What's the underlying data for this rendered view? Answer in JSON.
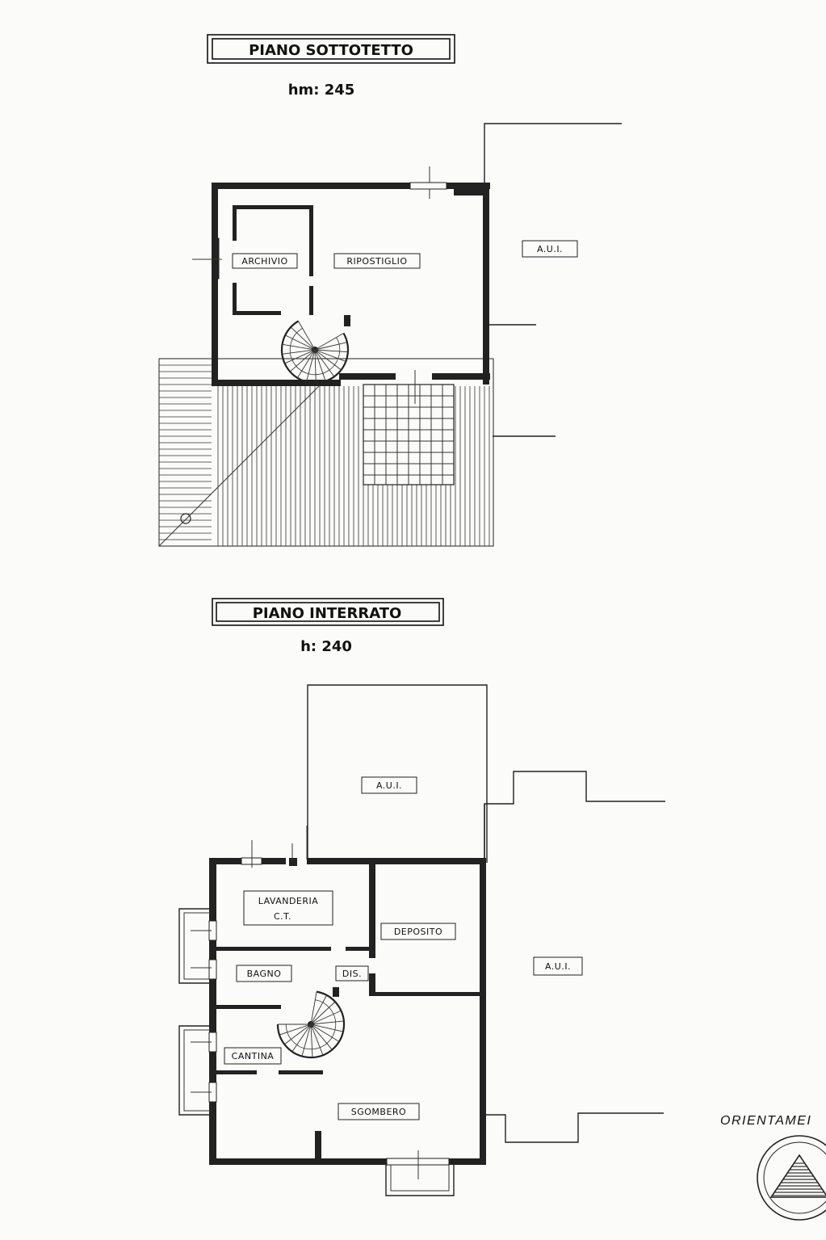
{
  "top_plan": {
    "title": "PIANO SOTTOTETTO",
    "height_note": "hm: 245",
    "rooms": {
      "archivio": "ARCHIVIO",
      "ripostiglio": "RIPOSTIGLIO",
      "aui": "A.U.I."
    }
  },
  "bottom_plan": {
    "title": "PIANO INTERRATO",
    "height_note": "h: 240",
    "rooms": {
      "aui_top": "A.U.I.",
      "aui_right": "A.U.I.",
      "lavanderia_1": "LAVANDERIA",
      "lavanderia_2": "C.T.",
      "deposito": "DEPOSITO",
      "bagno": "BAGNO",
      "dis": "DIS.",
      "cantina": "CANTINA",
      "sgombero": "SGOMBERO"
    }
  },
  "orientation_label": "ORIENTAMEI"
}
